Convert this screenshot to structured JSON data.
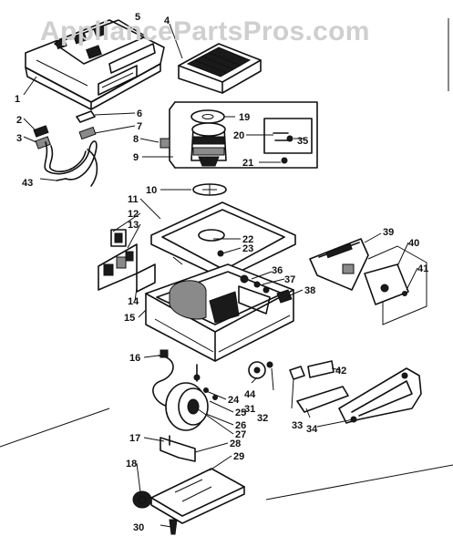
{
  "watermark": "AppliancePartsPros.com",
  "callouts": [
    "1",
    "2",
    "3",
    "4",
    "5",
    "6",
    "7",
    "8",
    "9",
    "10",
    "11",
    "12",
    "13",
    "14",
    "15",
    "16",
    "17",
    "18",
    "19",
    "20",
    "21",
    "22",
    "23",
    "24",
    "25",
    "26",
    "27",
    "28",
    "29",
    "30",
    "31",
    "32",
    "33",
    "34",
    "35",
    "36",
    "37",
    "38",
    "39",
    "40",
    "41",
    "42",
    "43",
    "44"
  ]
}
